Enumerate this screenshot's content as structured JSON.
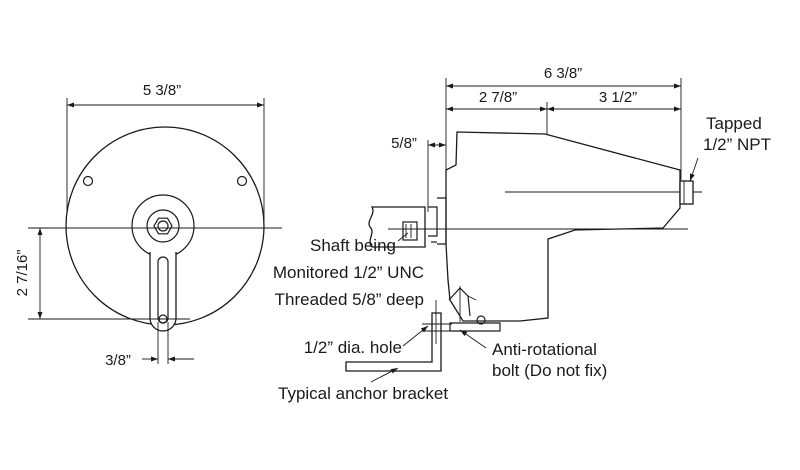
{
  "front_view": {
    "width_dim": "5 3/8”",
    "height_dim": "2 7/16”",
    "slot_dim": "3/8”"
  },
  "side_view": {
    "overall_dim": "6 3/8”",
    "left_dim": "2 7/8”",
    "right_dim": "3 1/2”",
    "offset_dim": "5/8”"
  },
  "callouts": {
    "tapped_line1": "Tapped",
    "tapped_line2": "1/2” NPT",
    "shaft_line1": "Shaft being",
    "shaft_line2": "Monitored 1/2” UNC",
    "shaft_line3": "Threaded 5/8” deep",
    "hole": "1/2” dia. hole",
    "anti_line1": "Anti-rotational",
    "anti_line2": "bolt (Do not fix)",
    "bracket": "Typical anchor bracket"
  }
}
